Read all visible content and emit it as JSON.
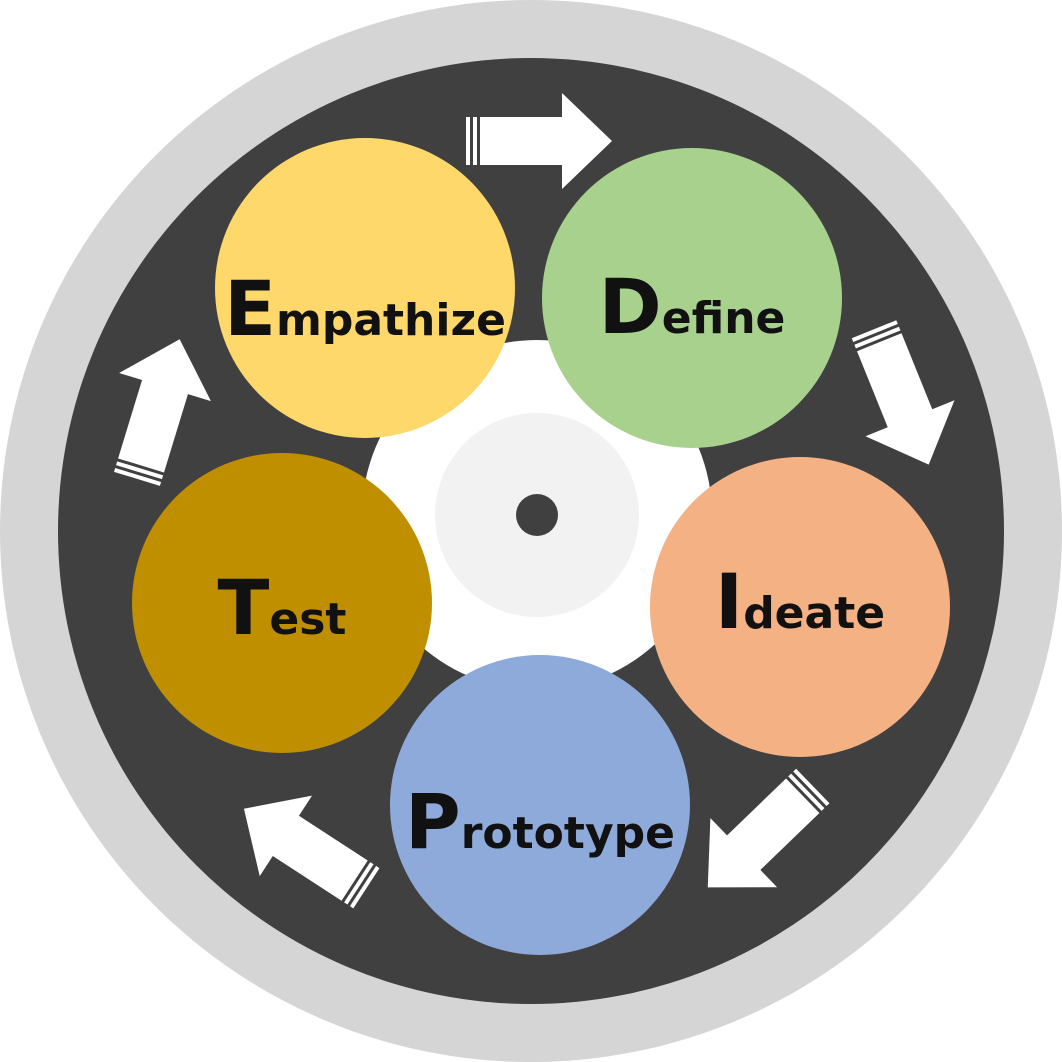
{
  "diagram": {
    "type": "cycle",
    "colors": {
      "outer_ring": "#d5d5d5",
      "dark_ring": "#404040",
      "hub_white": "#ffffff",
      "hub_light": "#f2f2f2",
      "hub_dot": "#404040",
      "arrow": "#ffffff",
      "text": "#111111"
    },
    "stages": [
      {
        "id": "empathize",
        "initial": "E",
        "rest": "mpathize",
        "color": "#fed86a"
      },
      {
        "id": "define",
        "initial": "D",
        "rest": "efine",
        "color": "#a9d18e"
      },
      {
        "id": "ideate",
        "initial": "I",
        "rest": "deate",
        "color": "#f4b183"
      },
      {
        "id": "prototype",
        "initial": "P",
        "rest": "rototype",
        "color": "#8eaadb"
      },
      {
        "id": "test",
        "initial": "T",
        "rest": "est",
        "color": "#bf8f00"
      }
    ],
    "arrows": [
      {
        "from": "empathize",
        "to": "define",
        "icon": "arrow-right-icon"
      },
      {
        "from": "define",
        "to": "ideate",
        "icon": "arrow-down-right-icon"
      },
      {
        "from": "ideate",
        "to": "prototype",
        "icon": "arrow-down-left-icon"
      },
      {
        "from": "prototype",
        "to": "test",
        "icon": "arrow-up-left-icon"
      },
      {
        "from": "test",
        "to": "empathize",
        "icon": "arrow-up-icon"
      }
    ]
  }
}
